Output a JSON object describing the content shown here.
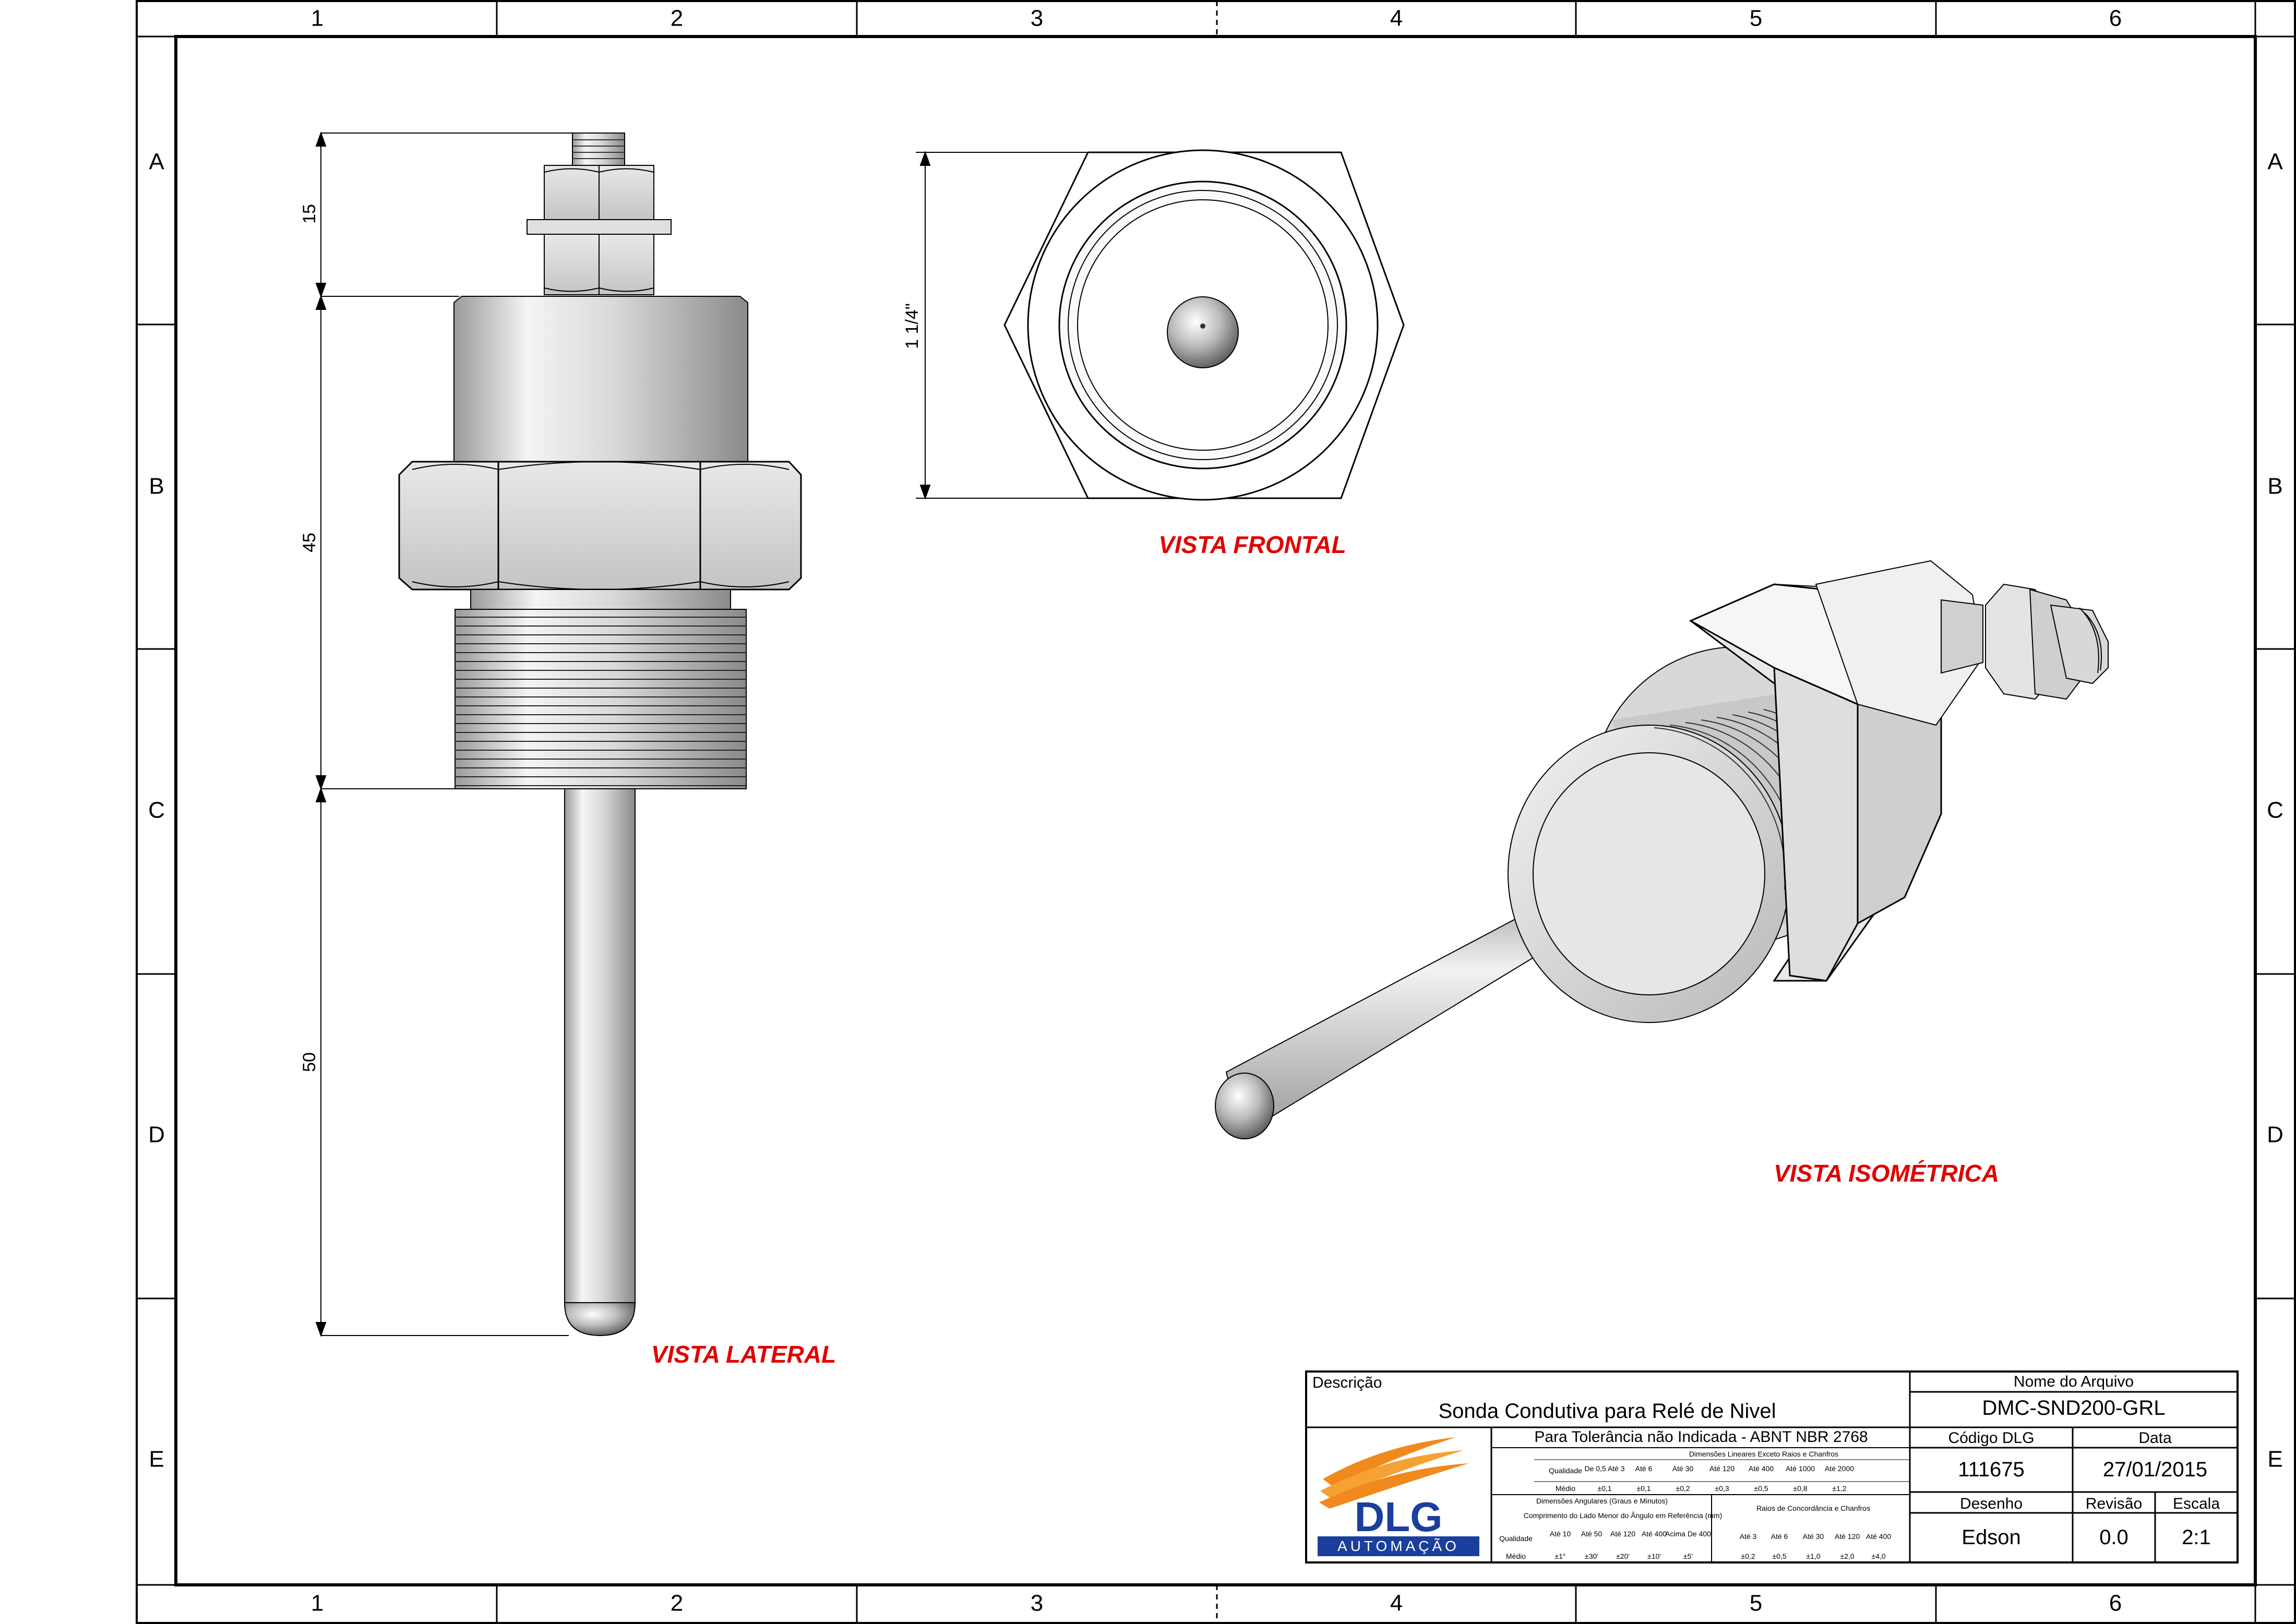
{
  "zones": {
    "columns": [
      "1",
      "2",
      "3",
      "4",
      "5",
      "6"
    ],
    "rows": [
      "A",
      "B",
      "C",
      "D",
      "E"
    ]
  },
  "views": {
    "lateral": "VISTA LATERAL",
    "frontal": "VISTA FRONTAL",
    "isometric": "VISTA ISOMÉTRICA"
  },
  "dimensions": {
    "top": "15",
    "middle": "45",
    "bottom": "50",
    "thread": "1 1/4\""
  },
  "title_block": {
    "description_label": "Descrição",
    "description": "Sonda Condutiva para Relé de Nivel",
    "filename_label": "Nome do Arquivo",
    "filename": "DMC-SND200-GRL",
    "tolerance_title": "Para Tolerância não Indicada - ABNT NBR 2768",
    "linear_header": "Dimensões Lineares Exceto Raios e Chanfros",
    "linear_quality": "Qualidade",
    "linear_medio": "Médio",
    "linear_cols": [
      "De 0,5 Até 3",
      "Até 6",
      "Até 30",
      "Até 120",
      "Até 400",
      "Até 1000",
      "Até 2000"
    ],
    "linear_vals": [
      "±0,1",
      "±0,1",
      "±0,2",
      "±0,3",
      "±0,5",
      "±0,8",
      "±1,2"
    ],
    "angular_header": "Dimensões Angulares (Graus e Minutos)",
    "angular_sub": "Comprimento do Lado Menor do Ângulo em Referência (mm)",
    "angular_cols": [
      "Até 10",
      "Até 50",
      "Até 120",
      "Até 400",
      "Acima De 400"
    ],
    "angular_vals": [
      "±1°",
      "±30'",
      "±20'",
      "±10'",
      "±5'"
    ],
    "radius_header": "Raios de Concordância e Chanfros",
    "radius_cols": [
      "Até 3",
      "Até 6",
      "Até 30",
      "Até 120",
      "Até 400"
    ],
    "radius_vals": [
      "±0,2",
      "±0,5",
      "±1,0",
      "±2,0",
      "±4,0"
    ],
    "code_label": "Código DLG",
    "code": "111675",
    "date_label": "Data",
    "date": "27/01/2015",
    "drawing_label": "Desenho",
    "drawing": "Edson",
    "revision_label": "Revisão",
    "revision": "0.0",
    "scale_label": "Escala",
    "scale": "2:1",
    "logo_text": "DLG",
    "logo_sub": "AUTOMAÇÃO"
  },
  "colors": {
    "label_red": "#e00000",
    "logo_blue": "#1a3f9c",
    "logo_orange": "#f08a1c"
  }
}
